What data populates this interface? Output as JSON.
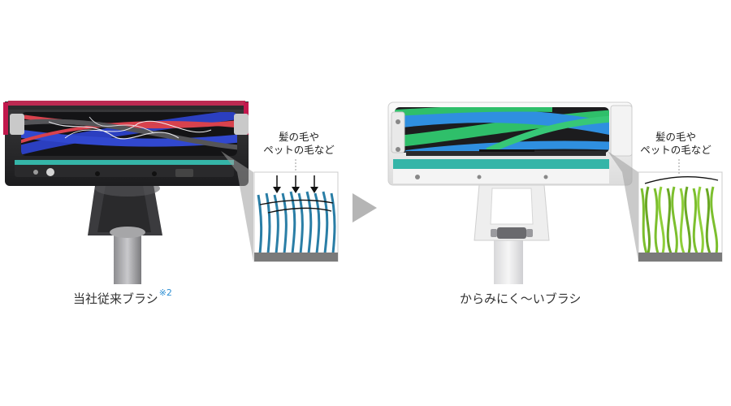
{
  "left": {
    "caption": "当社従来ブラシ",
    "caption_note": "※2",
    "callout_line1": "髪の毛や",
    "callout_line2": "ペットの毛など"
  },
  "right": {
    "caption": "からみにく〜いブラシ",
    "callout_line1": "髪の毛や",
    "callout_line2": "ペットの毛など"
  },
  "colors": {
    "old_brush_blue": "#2b3fc0",
    "old_brush_red": "#d8424d",
    "new_brush_blue": "#2f8fe0",
    "new_brush_green": "#2fbf6a",
    "teal_strip": "#35b5a8",
    "old_fiber": "#2a7ea6",
    "new_fiber": "#7cbf2e",
    "arrow_gray": "#b5b5b5"
  },
  "icons": {
    "transition": "right-arrow-icon"
  }
}
